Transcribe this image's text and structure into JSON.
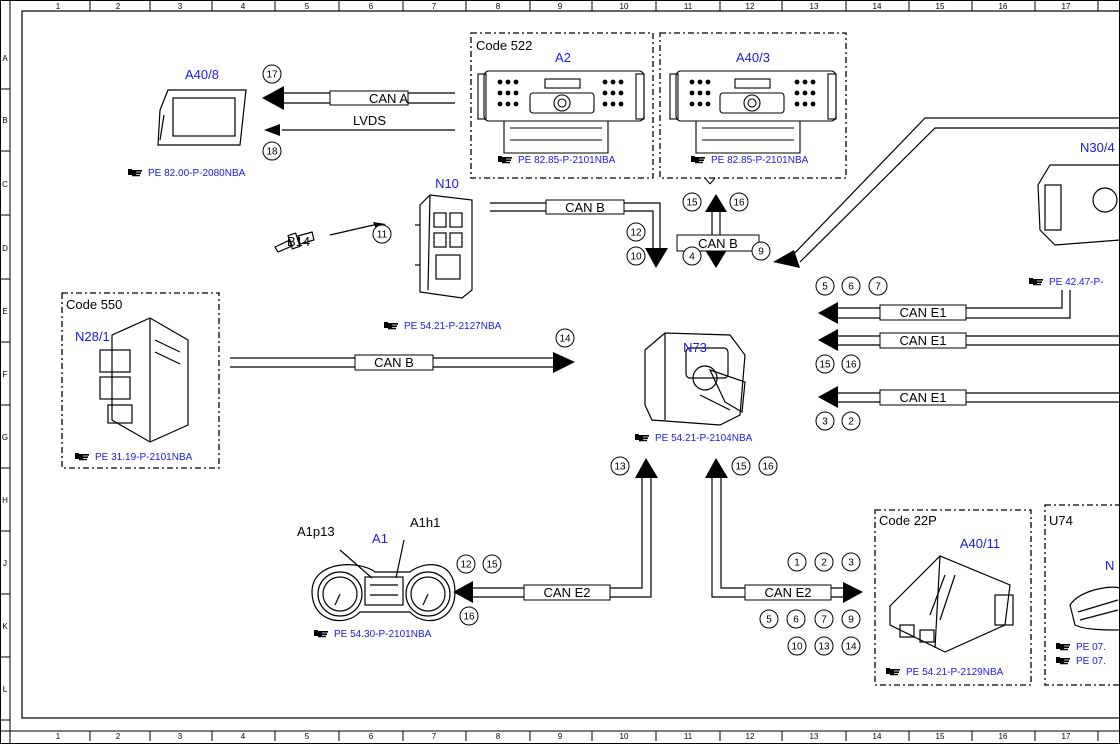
{
  "ruler": {
    "columns": [
      "1",
      "2",
      "3",
      "4",
      "5",
      "6",
      "7",
      "8",
      "9",
      "10",
      "11",
      "12",
      "13",
      "14",
      "15",
      "16",
      "17"
    ],
    "rows": [
      "A",
      "B",
      "C",
      "D",
      "E",
      "F",
      "G",
      "H",
      "J",
      "K",
      "L"
    ]
  },
  "components": {
    "a40_8": {
      "label": "A40/8",
      "ref": "PE 82.00-P-2080NBA"
    },
    "a2": {
      "code": "Code 522",
      "label": "A2",
      "ref": "PE 82.85-P-2101NBA"
    },
    "a40_3": {
      "label": "A40/3",
      "ref": "PE 82.85-P-2101NBA"
    },
    "n30": {
      "label": "N30/4",
      "ref": "PE 42.47-P-"
    },
    "n10": {
      "label": "N10",
      "ref": "PE 54.21-P-2127NBA"
    },
    "b14": {
      "label": "B14"
    },
    "n28": {
      "code": "Code 550",
      "label": "N28/1",
      "ref": "PE 31.19-P-2101NBA"
    },
    "n73": {
      "label": "N73",
      "ref": "PE 54.21-P-2104NBA"
    },
    "a1": {
      "label": "A1",
      "sub1": "A1p13",
      "sub2": "A1h1",
      "ref": "PE 54.30-P-2101NBA"
    },
    "a40_11": {
      "code": "Code 22P",
      "label": "A40/11",
      "ref": "PE 54.21-P-2129NBA"
    },
    "u74": {
      "code": "U74",
      "label": "N",
      "ref1": "PE 07.",
      "ref2": "PE 07."
    }
  },
  "buses": {
    "can_a": "CAN A",
    "lvds": "LVDS",
    "can_b1": "CAN B",
    "can_b2": "CAN B",
    "can_b3": "CAN B",
    "can_e1_1": "CAN E1",
    "can_e1_2": "CAN E1",
    "can_e1_3": "CAN E1",
    "can_e2_left": "CAN E2",
    "can_e2_right": "CAN E2"
  },
  "markers": [
    "17",
    "18",
    "11",
    "12",
    "10",
    "4",
    "15",
    "16",
    "9",
    "5",
    "6",
    "7",
    "15",
    "16",
    "3",
    "2",
    "14",
    "13",
    "15",
    "16",
    "12",
    "15",
    "16",
    "1",
    "2",
    "3",
    "5",
    "6",
    "7",
    "9",
    "10",
    "13",
    "14"
  ],
  "icons": {
    "ref_pointer": "pointing-hand-icon"
  }
}
